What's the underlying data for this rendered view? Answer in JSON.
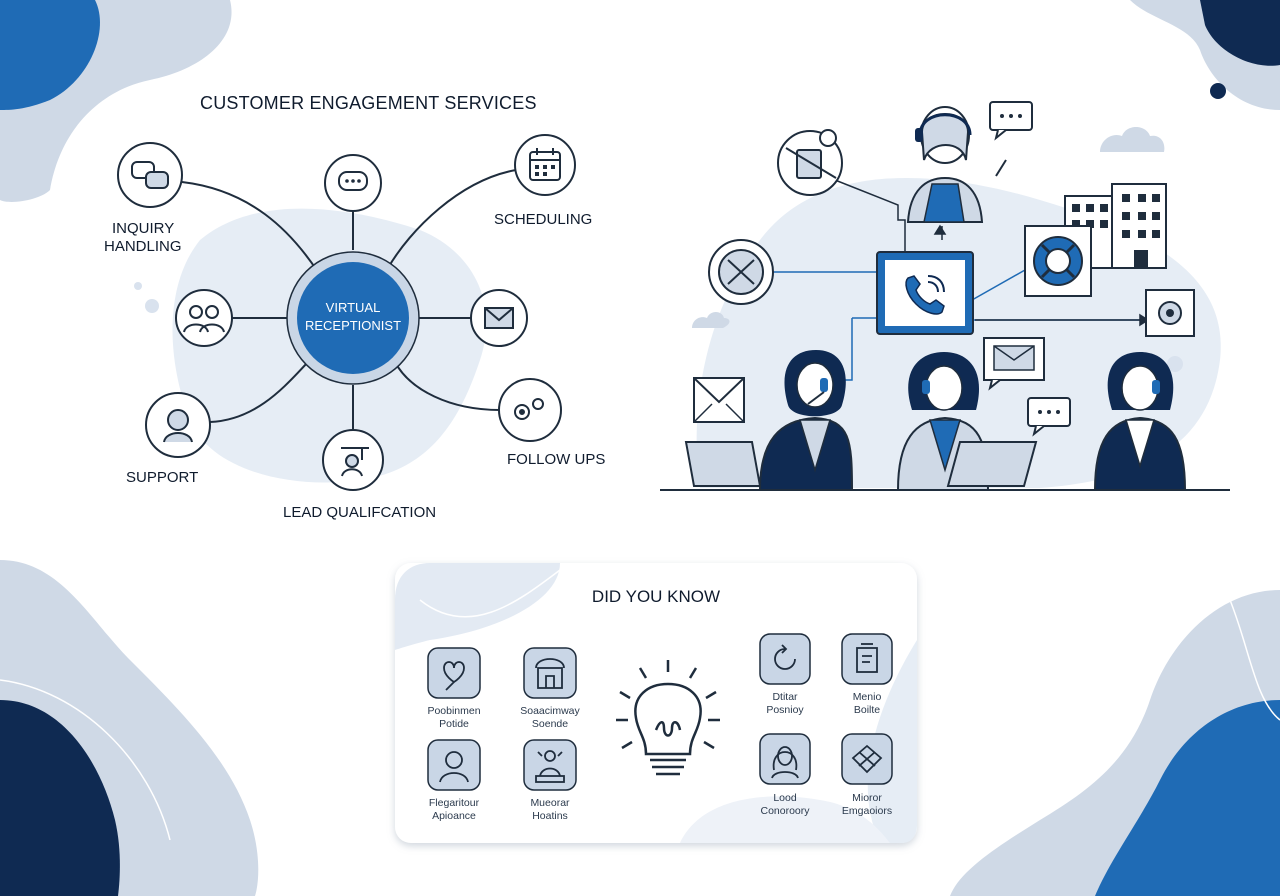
{
  "colors": {
    "navy": "#0f2a52",
    "blue": "#1f6bb5",
    "light_blue": "#cfd9e6",
    "pale_blue": "#e6edf5",
    "line": "#1f2d3d"
  },
  "left_diagram": {
    "title": "CUSTOMER ENGAGEMENT SERVICES",
    "center": {
      "line1": "VIRTUAL",
      "line2": "RECEPTIONIST"
    },
    "nodes": [
      {
        "id": "inquiry",
        "icon": "chat-bubbles-icon",
        "label1": "INQUIRY",
        "label2": "HANDLING"
      },
      {
        "id": "chat",
        "icon": "chat-bubble-icon",
        "label1": "",
        "label2": ""
      },
      {
        "id": "scheduling",
        "icon": "calendar-icon",
        "label1": "SCHEDULING",
        "label2": ""
      },
      {
        "id": "people",
        "icon": "people-icon",
        "label1": "",
        "label2": ""
      },
      {
        "id": "mail",
        "icon": "envelope-icon",
        "label1": "",
        "label2": ""
      },
      {
        "id": "support",
        "icon": "support-agent-icon",
        "label1": "SUPPORT",
        "label2": ""
      },
      {
        "id": "followups",
        "icon": "gears-icon",
        "label1": "FOLLOW UPS",
        "label2": ""
      },
      {
        "id": "lead",
        "icon": "id-card-icon",
        "label1": "LEAD QUALIFCATION",
        "label2": ""
      }
    ]
  },
  "right_illustration": {
    "icons": [
      "phone-call-icon",
      "clipboard-icon",
      "compass-icon",
      "lifebuoy-icon",
      "settings-gear-icon",
      "envelope-icon",
      "speech-bubble-icon",
      "office-building-icon",
      "cloud-icon",
      "headset-agent-icon"
    ]
  },
  "card": {
    "title": "DID YOU KNOW",
    "center_icon": "lightbulb-icon",
    "items": [
      {
        "icon": "hand-heart-icon",
        "line1": "Poobinmen",
        "line2": "Potide"
      },
      {
        "icon": "shop-icon",
        "line1": "Soaacimway",
        "line2": "Soende"
      },
      {
        "icon": "person-icon",
        "line1": "Flegaritour",
        "line2": "Apioance"
      },
      {
        "icon": "presenter-icon",
        "line1": "Mueorar",
        "line2": "Hoatins"
      },
      {
        "icon": "refresh-icon",
        "line1": "Dtitar",
        "line2": "Posnioy"
      },
      {
        "icon": "badge-icon",
        "line1": "Menio",
        "line2": "Boilte"
      },
      {
        "icon": "woman-icon",
        "line1": "Lood",
        "line2": "Conoroory"
      },
      {
        "icon": "map-icon",
        "line1": "Mioror",
        "line2": "Emgaoiors"
      }
    ]
  }
}
